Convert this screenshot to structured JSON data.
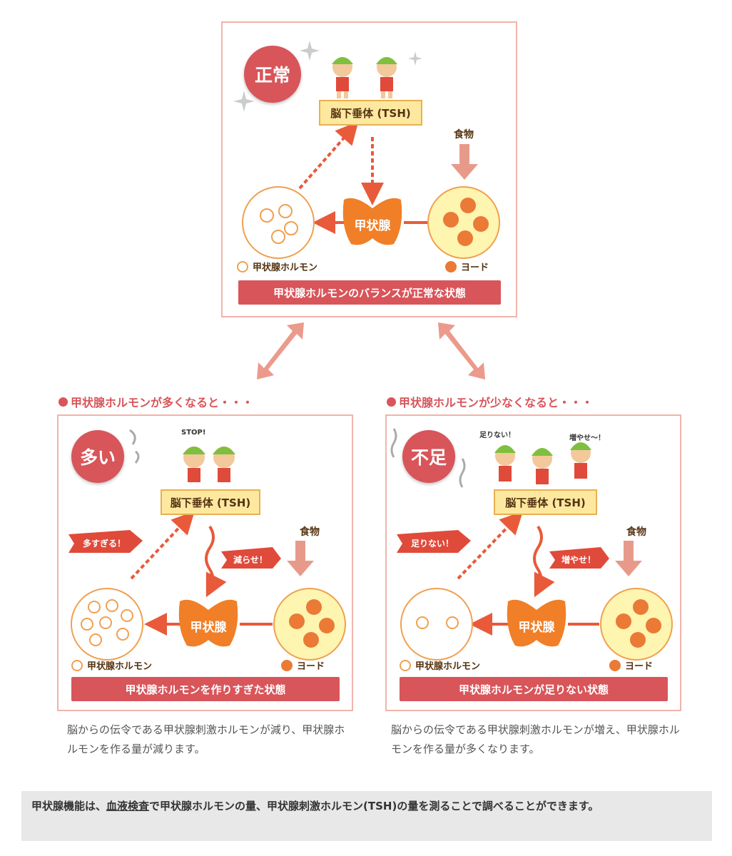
{
  "normal": {
    "badge": "正常",
    "tsh": "脳下垂体 (TSH)",
    "food": "食物",
    "thyroid": "甲状腺",
    "legend_hormone": "甲状腺ホルモン",
    "legend_iodine": "ヨード",
    "status": "甲状腺ホルモンのバランスが正常な状態"
  },
  "excess": {
    "heading": "甲状腺ホルモンが多くなると・・・",
    "badge": "多い",
    "speech": "STOP!",
    "tsh": "脳下垂体 (TSH)",
    "food": "食物",
    "thyroid": "甲状腺",
    "bubble_hormone": "多すぎる！",
    "bubble_signal": "減らせ！",
    "legend_hormone": "甲状腺ホルモン",
    "legend_iodine": "ヨード",
    "status": "甲状腺ホルモンを作りすぎた状態",
    "description": "脳からの伝令である甲状腺刺激ホルモンが減り、甲状腺ホルモンを作る量が減ります。"
  },
  "deficient": {
    "heading": "甲状腺ホルモンが少なくなると・・・",
    "badge": "不足",
    "speech_left": "足りない！",
    "speech_right": "増やせ～！",
    "tsh": "脳下垂体 (TSH)",
    "food": "食物",
    "thyroid": "甲状腺",
    "bubble_hormone": "足りない！",
    "bubble_signal": "増やせ！",
    "legend_hormone": "甲状腺ホルモン",
    "legend_iodine": "ヨード",
    "status": "甲状腺ホルモンが足りない状態",
    "description": "脳からの伝令である甲状腺刺激ホルモンが増え、甲状腺ホルモンを作る量が多くなります。"
  },
  "footer": {
    "before": "甲状腺機能は、",
    "link": "血液検査",
    "after": "で甲状腺ホルモンの量、甲状腺刺激ホルモン(TSH)の量を測ることで調べることができます。"
  },
  "colors": {
    "accent": "#d8555a",
    "panel_border": "#f1b3aa",
    "hormone_ring": "#f0a050",
    "iodine": "#ea7a35",
    "iodine_circle_fill": "#fdf5b0",
    "arrow": "#e85a3a",
    "tsh_fill": "#fde8a0"
  }
}
